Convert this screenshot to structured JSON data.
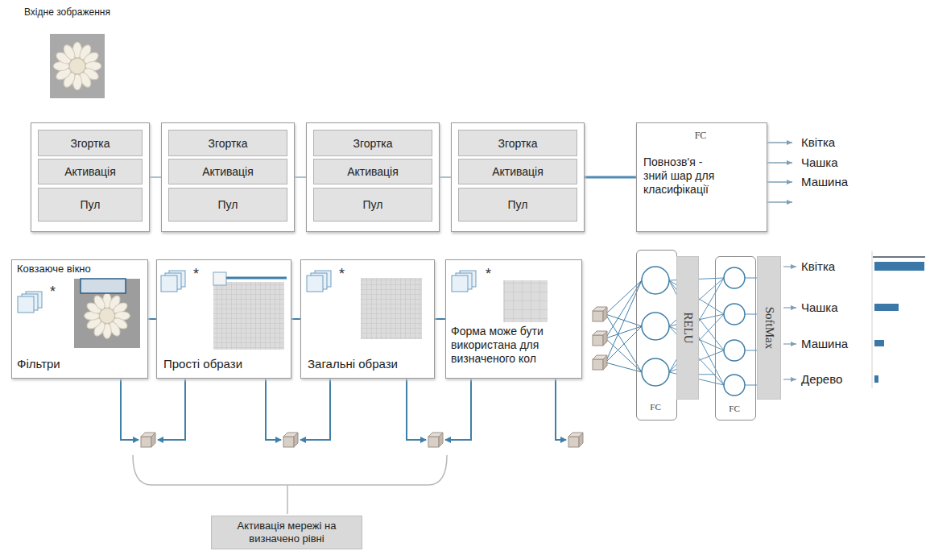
{
  "diagram": {
    "nodes": [
      {
        "text": []
      },
      {
        "text": [
          "Згортка"
        ],
        "in": 0
      },
      {
        "text": [
          "Активація"
        ],
        "in": 0
      },
      {
        "text": [
          "Пул"
        ],
        "in": 0
      },
      {
        "text": []
      },
      {
        "text": [
          "Згортка"
        ],
        "in": 4
      },
      {
        "text": [
          "Активація"
        ],
        "in": 4
      },
      {
        "text": [
          "Пул"
        ],
        "in": 4
      },
      {
        "text": []
      },
      {
        "text": [
          "Згортка"
        ],
        "in": 8
      },
      {
        "text": [
          "Активація"
        ],
        "in": 8
      },
      {
        "text": [
          "Пул"
        ],
        "in": 8
      },
      {
        "text": []
      },
      {
        "text": [
          "Згортка"
        ],
        "in": 12
      },
      {
        "text": [
          "Активація"
        ],
        "in": 12
      },
      {
        "text": [
          "Пул"
        ],
        "in": 12
      },
      {
        "text": [
          "FC",
          "Повнозв'я - зний шар для класифікації"
        ]
      },
      {
        "text": [
          "Ковзаюче вікно",
          "Фільтри"
        ]
      },
      {
        "text": [
          "Прості образи"
        ]
      },
      {
        "text": [
          "Загальні образи"
        ]
      },
      {
        "text": [
          "Форма може бути використана для визначеного кол"
        ]
      },
      {
        "text": [
          "FC"
        ]
      },
      {
        "text": [
          "RELU"
        ]
      },
      {
        "text": [
          "FC"
        ]
      },
      {
        "text": [
          "SoftMax"
        ]
      },
      {
        "text": [
          "Активація мережі на визначено рівні"
        ]
      }
    ],
    "edges": [
      {
        "from": 0,
        "to": 4,
        "arrow": "none"
      },
      {
        "from": 4,
        "to": 8,
        "arrow": "none"
      },
      {
        "from": 8,
        "to": 12,
        "arrow": "none"
      },
      {
        "from": 12,
        "to": 16,
        "arrow": "none"
      },
      {
        "from": 17,
        "to": 18,
        "arrow": "none"
      },
      {
        "from": 18,
        "to": 19,
        "arrow": "none"
      },
      {
        "from": 19,
        "to": 20,
        "arrow": "none"
      },
      {
        "from": 21,
        "to": 23,
        "arrow": "none"
      }
    ],
    "labels": [
      "Вхідне зображення",
      "Квітка",
      "Чашка",
      "Машина",
      "*",
      "*",
      "*",
      "*",
      "Квітка",
      "Чашка",
      "Машина",
      "Дерево"
    ]
  }
}
